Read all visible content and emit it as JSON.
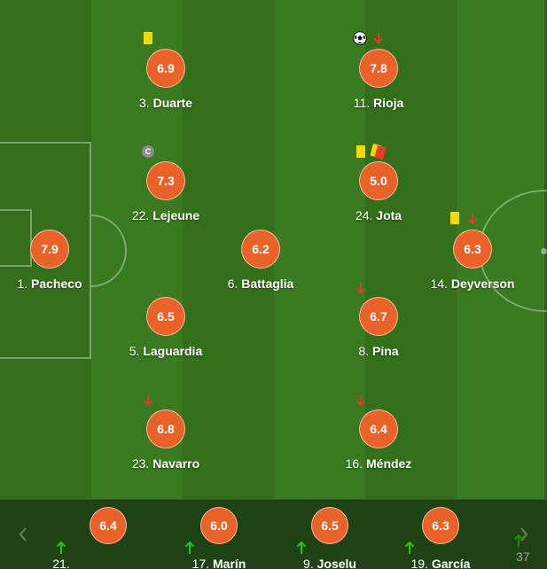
{
  "colors": {
    "pitch_light": "#3a7a20",
    "pitch_dark": "#34701c",
    "rating_bg": "#e8622a",
    "yellow_card": "#f4d80a",
    "red_card": "#e53b2c",
    "sub_out_arrow": "#e53b2c",
    "sub_in_arrow": "#22c51b",
    "bench_bg": "#1f4314"
  },
  "players": {
    "pacheco": {
      "number": "1.",
      "name": "Pacheco",
      "rating": "7.9"
    },
    "duarte": {
      "number": "3.",
      "name": "Duarte",
      "rating": "6.9"
    },
    "lejeune": {
      "number": "22.",
      "name": "Lejeune",
      "rating": "7.3"
    },
    "laguardia": {
      "number": "5.",
      "name": "Laguardia",
      "rating": "6.5"
    },
    "navarro": {
      "number": "23.",
      "name": "Navarro",
      "rating": "6.8"
    },
    "battaglia": {
      "number": "6.",
      "name": "Battaglia",
      "rating": "6.2"
    },
    "rioja": {
      "number": "11.",
      "name": "Rioja",
      "rating": "7.8"
    },
    "jota": {
      "number": "24.",
      "name": "Jota",
      "rating": "5.0"
    },
    "pina": {
      "number": "8.",
      "name": "Pina",
      "rating": "6.7"
    },
    "mendez": {
      "number": "16.",
      "name": "Méndez",
      "rating": "6.4"
    },
    "deyverson": {
      "number": "14.",
      "name": "Deyverson",
      "rating": "6.3"
    }
  },
  "captain_badge": "C",
  "bench": [
    {
      "number": "21.",
      "name": "",
      "rating": "6.4"
    },
    {
      "number": "17.",
      "name": "Marín",
      "rating": "6.0"
    },
    {
      "number": "9.",
      "name": "Joselu",
      "rating": "6.5"
    },
    {
      "number": "19.",
      "name": "García",
      "rating": "6.3"
    },
    {
      "number": "37",
      "name": "",
      "rating": ""
    }
  ],
  "icons": {
    "prev": "chevron-left-icon",
    "next": "chevron-right-icon",
    "sub_in": "arrow-up-icon",
    "sub_out": "arrow-down-icon",
    "goal": "football-icon",
    "yellow": "yellow-card-icon",
    "red": "red-card-icon",
    "captain": "captain-badge-icon"
  }
}
